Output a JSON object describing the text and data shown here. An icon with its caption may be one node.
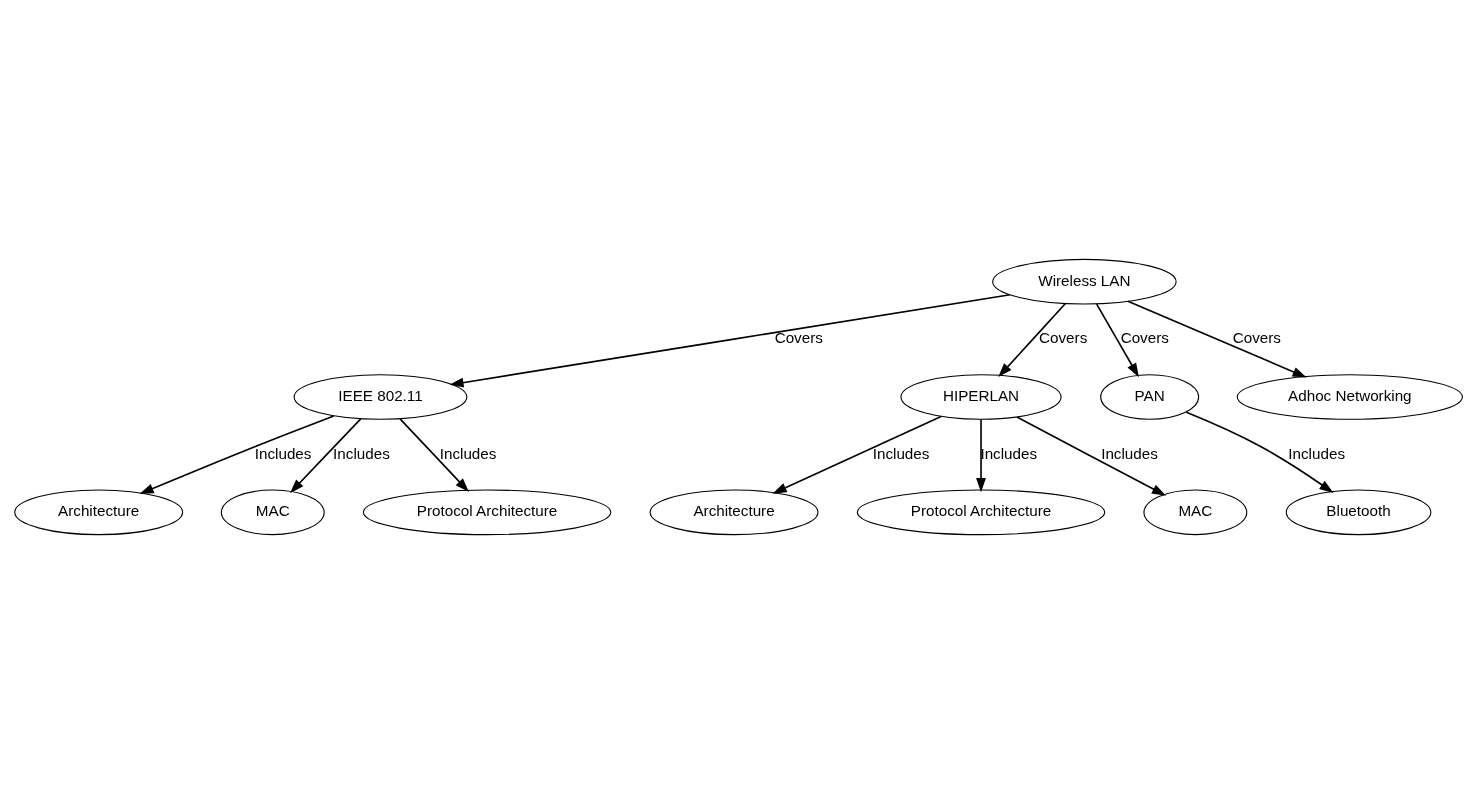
{
  "diagram": {
    "nodes": [
      {
        "text": [
          "Wireless LAN"
        ]
      },
      {
        "text": [
          "IEEE 802.11"
        ]
      },
      {
        "text": [
          "Architecture"
        ]
      },
      {
        "text": [
          "MAC"
        ]
      },
      {
        "text": [
          "Protocol Architecture"
        ]
      },
      {
        "text": [
          "HIPERLAN"
        ]
      },
      {
        "text": [
          "PAN"
        ]
      },
      {
        "text": [
          "Adhoc Networking"
        ]
      },
      {
        "text": [
          "Bluetooth"
        ]
      },
      {
        "text": [
          "Architecture"
        ]
      },
      {
        "text": [
          "Protocol Architecture"
        ]
      },
      {
        "text": [
          "MAC"
        ]
      }
    ],
    "edges": [
      {
        "from": 0,
        "to": 1,
        "arrow": "to",
        "label": "Covers"
      },
      {
        "from": 0,
        "to": 5,
        "arrow": "to",
        "label": "Covers"
      },
      {
        "from": 0,
        "to": 6,
        "arrow": "to",
        "label": "Covers"
      },
      {
        "from": 0,
        "to": 7,
        "arrow": "to",
        "label": "Covers"
      },
      {
        "from": 1,
        "to": 2,
        "arrow": "to",
        "label": "Includes"
      },
      {
        "from": 1,
        "to": 4,
        "arrow": "to",
        "label": "Includes"
      },
      {
        "from": 1,
        "to": 3,
        "arrow": "to",
        "label": "Includes"
      },
      {
        "from": 6,
        "to": 8,
        "arrow": "to",
        "label": "Includes"
      },
      {
        "from": 5,
        "to": 9,
        "arrow": "to",
        "label": "Includes"
      },
      {
        "from": 5,
        "to": 10,
        "arrow": "to",
        "label": "Includes"
      },
      {
        "from": 5,
        "to": 11,
        "arrow": "to",
        "label": "Includes"
      }
    ]
  }
}
